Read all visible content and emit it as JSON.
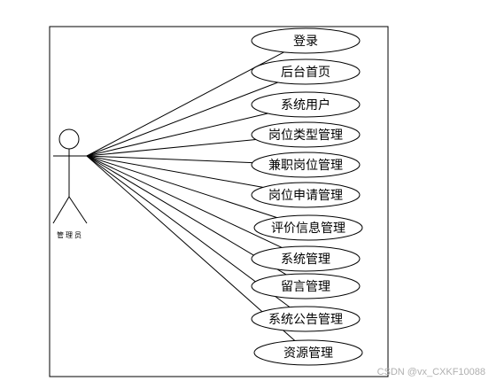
{
  "diagram": {
    "actor": {
      "name": "管理员",
      "icon": "stick-figure-icon"
    },
    "use_cases": [
      {
        "id": "login",
        "label": "登录"
      },
      {
        "id": "admin-home",
        "label": "后台首页"
      },
      {
        "id": "system-users",
        "label": "系统用户"
      },
      {
        "id": "job-type-mgmt",
        "label": "岗位类型管理"
      },
      {
        "id": "parttime-job-mgmt",
        "label": "兼职岗位管理"
      },
      {
        "id": "job-application-mgmt",
        "label": "岗位申请管理"
      },
      {
        "id": "review-info-mgmt",
        "label": "评价信息管理"
      },
      {
        "id": "system-mgmt",
        "label": "系统管理"
      },
      {
        "id": "message-mgmt",
        "label": "留言管理"
      },
      {
        "id": "system-notice-mgmt",
        "label": "系统公告管理"
      },
      {
        "id": "resource-mgmt",
        "label": "资源管理"
      }
    ]
  },
  "watermark": "CSDN @vx_CXKF10088"
}
